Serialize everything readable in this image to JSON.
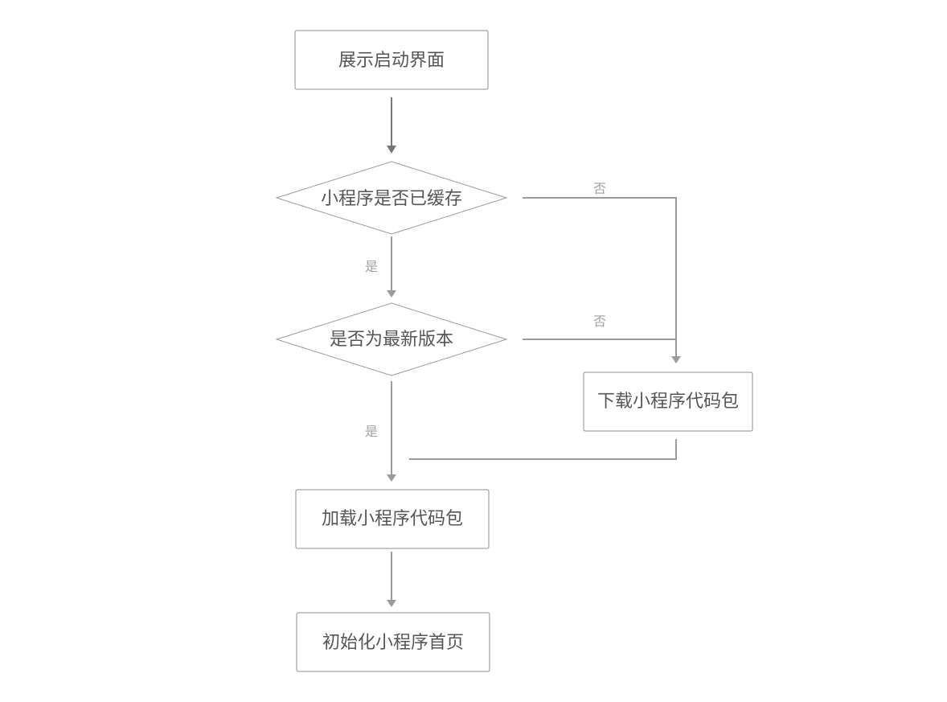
{
  "flowchart": {
    "nodes": {
      "show_splash": "展示启动界面",
      "is_cached": "小程序是否已缓存",
      "is_latest": "是否为最新版本",
      "download_package": "下载小程序代码包",
      "load_package": "加载小程序代码包",
      "init_home": "初始化小程序首页"
    },
    "edge_labels": {
      "cached_no": "否",
      "cached_yes": "是",
      "latest_no": "否",
      "latest_yes": "是"
    }
  }
}
